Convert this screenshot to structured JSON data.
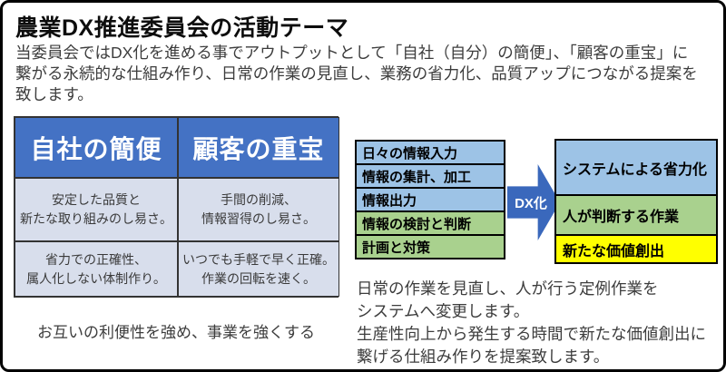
{
  "page": {
    "title": "農業DX推進委員会の活動テーマ",
    "intro": "当委員会ではDX化を進める事でアウトプットとして「自社（自分）の簡便」、「顧客の重宝」に\n繋がる永続的な仕組み作り、日常の作業の見直し、業務の省力化、品質アップにつながる提案を\n致します。"
  },
  "benefits_table": {
    "header_bg": "#4472C4",
    "cell_bg": "#D8DEEC",
    "headers": [
      "自社の簡便",
      "顧客の重宝"
    ],
    "rows": [
      [
        "安定した品質と\n新たな取り組みのし易さ。",
        "手間の削減、\n情報習得のし易さ。"
      ],
      [
        "省力での正確性、\n属人化しない体制作り。",
        "いつでも手軽で早く正確。\n作業の回転を速く。"
      ]
    ],
    "caption": "お互いの利便性を強め、事業を強くする"
  },
  "process_flow": {
    "steps": [
      {
        "label": "日々の情報入力",
        "color": "#9DC3E6"
      },
      {
        "label": "情報の集計、加工",
        "color": "#9DC3E6"
      },
      {
        "label": "情報出力",
        "color": "#9DC3E6"
      },
      {
        "label": "情報の検討と判断",
        "color": "#A9D18E"
      },
      {
        "label": "計画と対策",
        "color": "#A9D18E"
      }
    ],
    "arrow": {
      "label": "DX化",
      "color": "#3A68BC"
    },
    "outcomes": [
      {
        "label": "システムによる省力化",
        "color": "#9DC3E6"
      },
      {
        "label": "人が判断する作業",
        "color": "#A9D18E"
      },
      {
        "label": "新たな価値創出",
        "color": "#FFFF00"
      }
    ],
    "description": "日常の作業を見直し、人が行う定例作業を\nシステムへ変更します。\n生産性向上から発生する時間で新たな価値創出に\n繋げる仕組み作りを提案致します。"
  }
}
